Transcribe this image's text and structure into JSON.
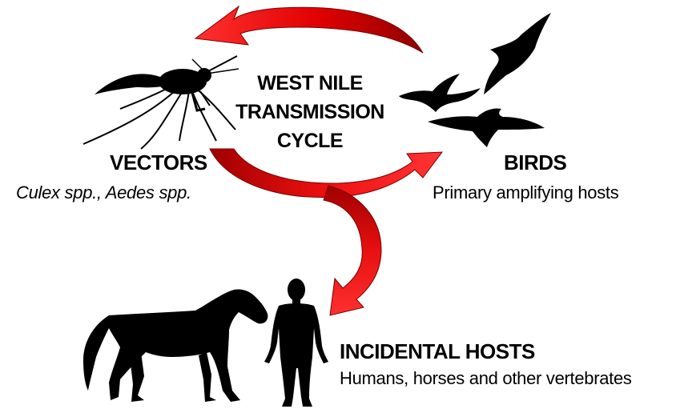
{
  "title": {
    "lines": [
      "WEST NILE",
      "TRANSMISSION",
      "CYCLE"
    ]
  },
  "vectors": {
    "heading": "VECTORS",
    "subtitle": "Culex spp., Aedes spp."
  },
  "birds": {
    "heading": "BIRDS",
    "subtitle": "Primary amplifying hosts"
  },
  "incidental": {
    "heading": "INCIDENTAL HOSTS",
    "subtitle": "Humans, horses and other vertebrates"
  },
  "icons": [
    "mosquito-icon",
    "birds-icon",
    "horse-icon",
    "human-icon"
  ],
  "colors": {
    "arrow_light": "#ff2a2a",
    "arrow_dark": "#9c0000",
    "silhouette": "#000000"
  }
}
